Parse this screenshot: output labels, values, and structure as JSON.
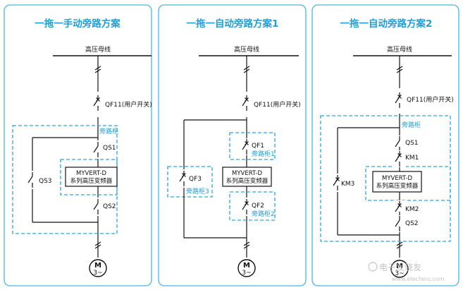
{
  "panels": [
    {
      "title": "一拖一手动旁路方案",
      "bus_label": "高压母线",
      "breaker": "QF11(用户开关)",
      "bypass_cabinet": "旁路柜",
      "switches": [
        "QS1",
        "QS2",
        "QS3"
      ],
      "inverter": [
        "MYVERT-D",
        "系列高压变频器"
      ],
      "motor": [
        "M",
        "3~"
      ]
    },
    {
      "title": "一拖一自动旁路方案1",
      "bus_label": "高压母线",
      "breaker": "QF11(用户开关)",
      "switches": [
        "QF1",
        "QF2",
        "QF3"
      ],
      "cabinets": [
        "旁路柜1",
        "旁路柜2",
        "旁路柜3"
      ],
      "inverter": [
        "MYVERT-D",
        "系列高压变频器"
      ],
      "motor": [
        "M",
        "3~"
      ]
    },
    {
      "title": "一拖一自动旁路方案2",
      "bus_label": "高压母线",
      "breaker": "QF11(用户开关)",
      "bypass_cabinet": "旁路柜",
      "switches": [
        "QS1",
        "KM1",
        "KM2",
        "QS2",
        "KM3"
      ],
      "inverter": [
        "MYVERT-D",
        "系列高压变频器"
      ],
      "motor": [
        "M",
        "3~"
      ]
    }
  ],
  "watermark": {
    "text": "电子发烧友",
    "url": "www.elecfans.com"
  },
  "colors": {
    "accent": "#1f9fd8",
    "panel_border": "#46b6e4",
    "dashed": "#29a8df",
    "wire": "#111111"
  }
}
